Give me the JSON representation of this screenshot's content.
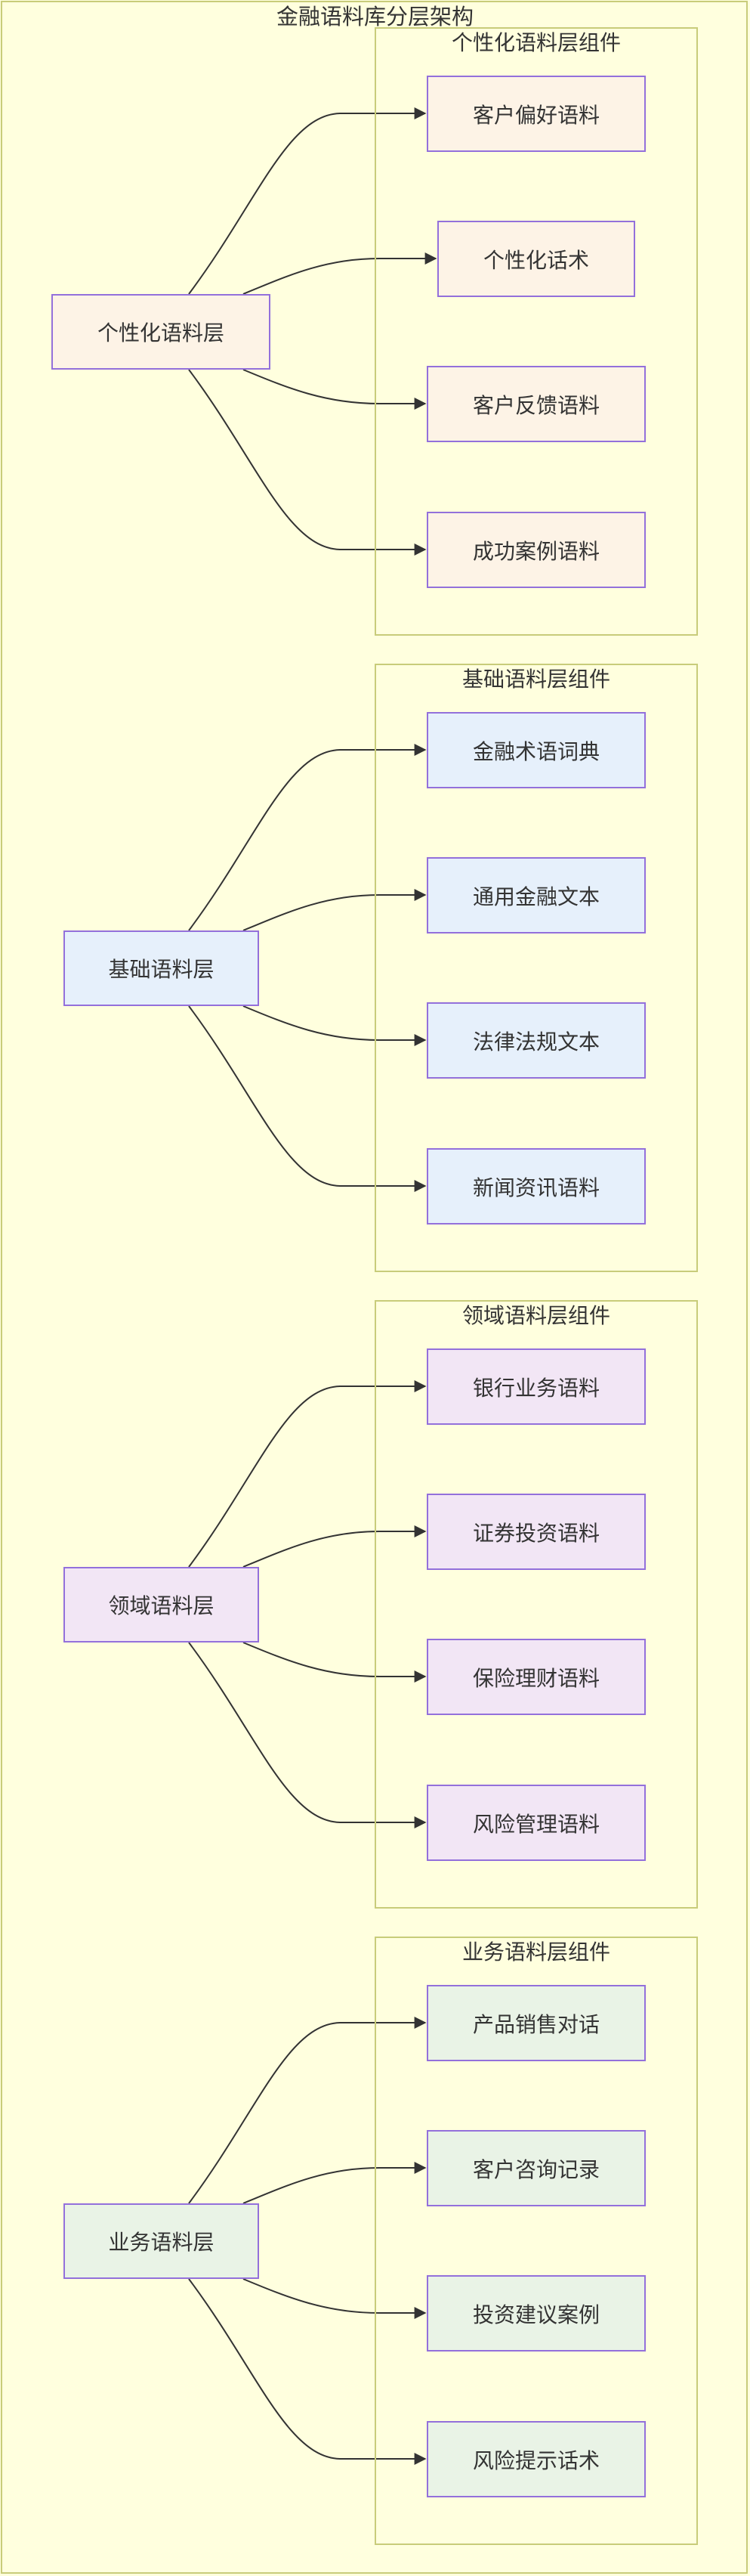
{
  "title": "金融语料库分层架构",
  "colors": {
    "background": "#ffffde",
    "border": "#c8cc7a",
    "node_border": "#9370db",
    "edge": "#333333"
  },
  "groups": [
    {
      "title": "个性化语料层组件",
      "layer": "个性化语料层",
      "fill": "#fdf3e6",
      "children": [
        "客户偏好语料",
        "个性化话术",
        "客户反馈语料",
        "成功案例语料"
      ]
    },
    {
      "title": "基础语料层组件",
      "layer": "基础语料层",
      "fill": "#e6f0fb",
      "children": [
        "金融术语词典",
        "通用金融文本",
        "法律法规文本",
        "新闻资讯语料"
      ]
    },
    {
      "title": "领域语料层组件",
      "layer": "领域语料层",
      "fill": "#f2e6f5",
      "children": [
        "银行业务语料",
        "证券投资语料",
        "保险理财语料",
        "风险管理语料"
      ]
    },
    {
      "title": "业务语料层组件",
      "layer": "业务语料层",
      "fill": "#e9f3e6",
      "children": [
        "产品销售对话",
        "客户咨询记录",
        "投资建议案例",
        "风险提示话术"
      ]
    }
  ]
}
